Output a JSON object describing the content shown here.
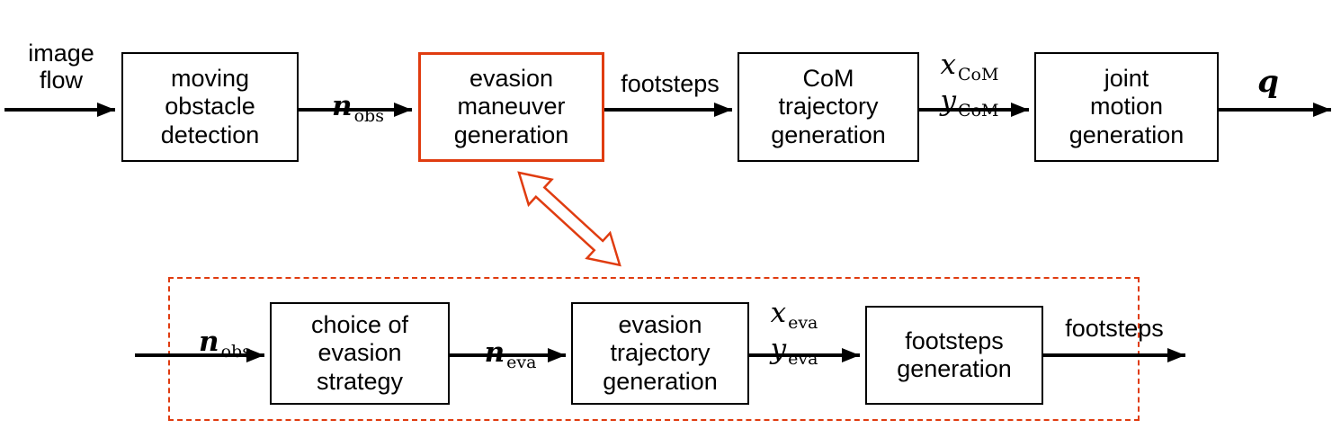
{
  "diagram": {
    "accent_color": "#e03c10",
    "top_row": {
      "input_label": "image\nflow",
      "box_moving_obstacle": "moving\nobstacle\ndetection",
      "label_n_obs": {
        "base": "n",
        "sub": "obs"
      },
      "box_evasion_maneuver": "evasion\nmaneuver\ngeneration",
      "label_footsteps": "footsteps",
      "box_com_trajectory": "CoM\ntrajectory\ngeneration",
      "label_x_com": {
        "base": "x",
        "sub": "CoM"
      },
      "label_y_com": {
        "base": "y",
        "sub": "CoM"
      },
      "box_joint_motion": "joint\nmotion\ngeneration",
      "label_q": "q"
    },
    "bottom_row": {
      "label_n_obs": {
        "base": "n",
        "sub": "obs"
      },
      "box_choice_of_strategy": "choice of\nevasion\nstrategy",
      "label_n_eva": {
        "base": "n",
        "sub": "eva"
      },
      "box_evasion_trajectory": "evasion\ntrajectory\ngeneration",
      "label_x_eva": {
        "base": "x",
        "sub": "eva"
      },
      "label_y_eva": {
        "base": "y",
        "sub": "eva"
      },
      "box_footsteps_generation": "footsteps\ngeneration",
      "label_footsteps": "footsteps"
    }
  }
}
